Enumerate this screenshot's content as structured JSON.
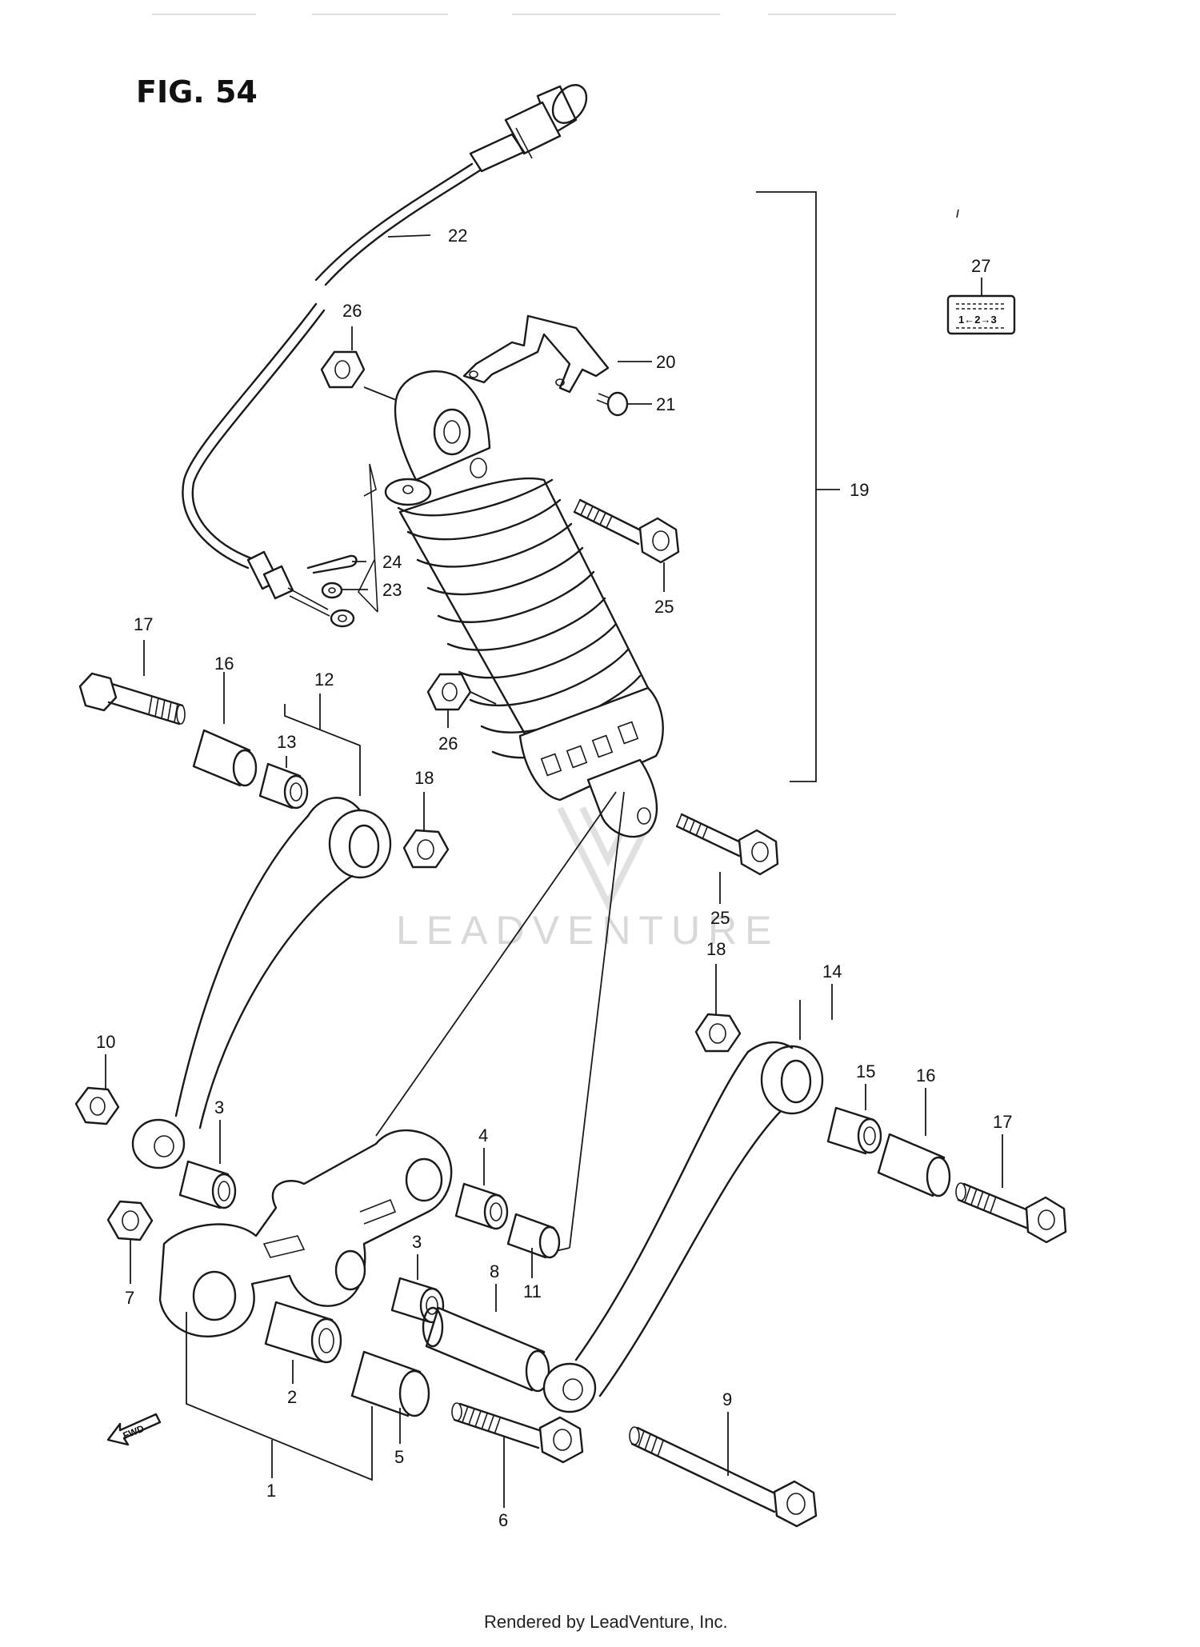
{
  "figure": {
    "title": "FIG. 54"
  },
  "watermark": {
    "text": "LEADVENTURE"
  },
  "footer": {
    "text": "Rendered by LeadVenture, Inc."
  },
  "fwd_arrow": {
    "label": "FWD"
  },
  "decal": {
    "text": "1←2→3"
  },
  "callouts": {
    "p1": "1",
    "p2": "2",
    "p3a": "3",
    "p3b": "3",
    "p4": "4",
    "p5": "5",
    "p6": "6",
    "p7": "7",
    "p8": "8",
    "p9": "9",
    "p10": "10",
    "p11": "11",
    "p12": "12",
    "p13": "13",
    "p14": "14",
    "p15": "15",
    "p16a": "16",
    "p16b": "16",
    "p17a": "17",
    "p17b": "17",
    "p18a": "18",
    "p18b": "18",
    "p19": "19",
    "p20": "20",
    "p21": "21",
    "p22": "22",
    "p23": "23",
    "p24": "24",
    "p25a": "25",
    "p25b": "25",
    "p26a": "26",
    "p26b": "26",
    "p27": "27"
  }
}
